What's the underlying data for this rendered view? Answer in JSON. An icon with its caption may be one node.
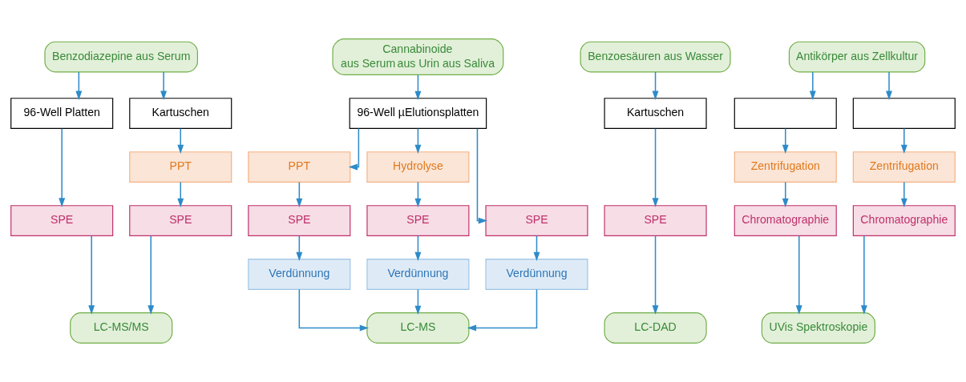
{
  "diagram": {
    "nodes": [
      {
        "text": [
          "Benzodiazepine aus Serum"
        ]
      },
      {
        "text": [
          "Cannabinoide",
          "aus Serum",
          "aus Urin",
          "aus Saliva"
        ]
      },
      {
        "text": [
          "Benzoesäuren aus Wasser"
        ]
      },
      {
        "text": [
          "Antikörper aus Zellkultur"
        ]
      },
      {
        "text": [
          "96-Well Platten"
        ]
      },
      {
        "text": [
          "Kartuschen"
        ]
      },
      {
        "text": [
          "96-Well µElutionsplatten"
        ]
      },
      {
        "text": [
          "Kartuschen"
        ]
      },
      {
        "text": [],
        "shape": "box"
      },
      {
        "text": [],
        "shape": "box"
      },
      {
        "text": [
          "PPT"
        ]
      },
      {
        "text": [
          "PPT"
        ]
      },
      {
        "text": [
          "Hydrolyse"
        ]
      },
      {
        "text": [
          "Zentrifugation"
        ]
      },
      {
        "text": [
          "Zentrifugation"
        ]
      },
      {
        "text": [
          "SPE"
        ]
      },
      {
        "text": [
          "SPE"
        ]
      },
      {
        "text": [
          "SPE"
        ]
      },
      {
        "text": [
          "SPE"
        ]
      },
      {
        "text": [
          "SPE"
        ]
      },
      {
        "text": [
          "SPE"
        ]
      },
      {
        "text": [
          "Chromatographie"
        ]
      },
      {
        "text": [
          "Chromatographie"
        ]
      },
      {
        "text": [
          "Verdünnung"
        ]
      },
      {
        "text": [
          "Verdünnung"
        ]
      },
      {
        "text": [
          "Verdünnung"
        ]
      },
      {
        "text": [
          "LC-MS/MS"
        ]
      },
      {
        "text": [
          "LC-MS"
        ]
      },
      {
        "text": [
          "LC-DAD"
        ]
      },
      {
        "text": [
          "UVis Spektroskopie"
        ]
      }
    ],
    "edges": [
      {
        "from": 0,
        "to": 4,
        "arrow": "to"
      },
      {
        "from": 0,
        "to": 5,
        "arrow": "to"
      },
      {
        "from": 4,
        "to": 15,
        "arrow": "to"
      },
      {
        "from": 5,
        "to": 10,
        "arrow": "to"
      },
      {
        "from": 10,
        "to": 16,
        "arrow": "to"
      },
      {
        "from": 15,
        "to": 26,
        "arrow": "to"
      },
      {
        "from": 16,
        "to": 26,
        "arrow": "to"
      },
      {
        "from": 1,
        "to": 6,
        "arrow": "to"
      },
      {
        "from": 6,
        "to": 11,
        "arrow": "to"
      },
      {
        "from": 6,
        "to": 12,
        "arrow": "to"
      },
      {
        "from": 6,
        "to": 19,
        "arrow": "to"
      },
      {
        "from": 11,
        "to": 17,
        "arrow": "to"
      },
      {
        "from": 12,
        "to": 18,
        "arrow": "to"
      },
      {
        "from": 17,
        "to": 23,
        "arrow": "to"
      },
      {
        "from": 18,
        "to": 24,
        "arrow": "to"
      },
      {
        "from": 19,
        "to": 25,
        "arrow": "to"
      },
      {
        "from": 23,
        "to": 27,
        "arrow": "to"
      },
      {
        "from": 24,
        "to": 27,
        "arrow": "to"
      },
      {
        "from": 25,
        "to": 27,
        "arrow": "to"
      },
      {
        "from": 2,
        "to": 7,
        "arrow": "to"
      },
      {
        "from": 7,
        "to": 20,
        "arrow": "to"
      },
      {
        "from": 20,
        "to": 28,
        "arrow": "to"
      },
      {
        "from": 3,
        "to": 8,
        "arrow": "to"
      },
      {
        "from": 3,
        "to": 9,
        "arrow": "to"
      },
      {
        "from": 8,
        "to": 13,
        "arrow": "to"
      },
      {
        "from": 9,
        "to": 14,
        "arrow": "to"
      },
      {
        "from": 13,
        "to": 21,
        "arrow": "to"
      },
      {
        "from": 14,
        "to": 22,
        "arrow": "to"
      },
      {
        "from": 21,
        "to": 29,
        "arrow": "to"
      },
      {
        "from": 22,
        "to": 29,
        "arrow": "to"
      }
    ]
  }
}
